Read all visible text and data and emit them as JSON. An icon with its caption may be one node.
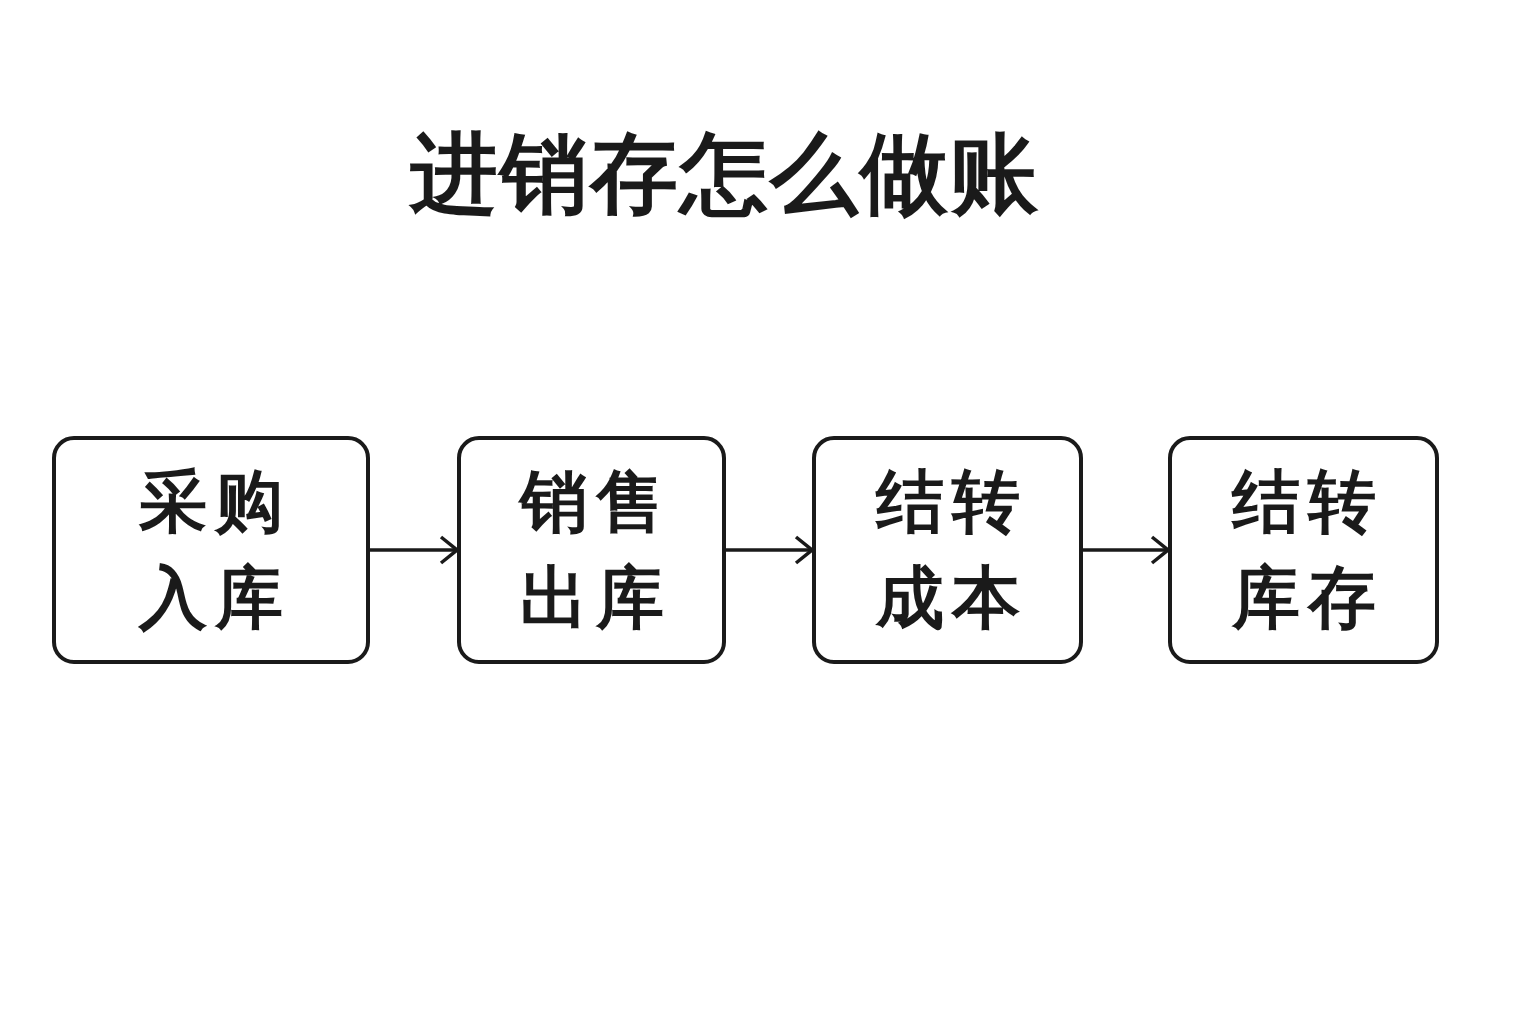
{
  "diagram": {
    "title": "进销存怎么做账",
    "nodes": [
      {
        "text": [
          "采购入库"
        ]
      },
      {
        "text": [
          "销售出库"
        ]
      },
      {
        "text": [
          "结转成本"
        ]
      },
      {
        "text": [
          "结转库存"
        ]
      }
    ],
    "edges": [
      {
        "from": 0,
        "to": 1,
        "arrow": "to"
      },
      {
        "from": 1,
        "to": 2,
        "arrow": "to"
      },
      {
        "from": 2,
        "to": 3,
        "arrow": "to"
      }
    ]
  }
}
